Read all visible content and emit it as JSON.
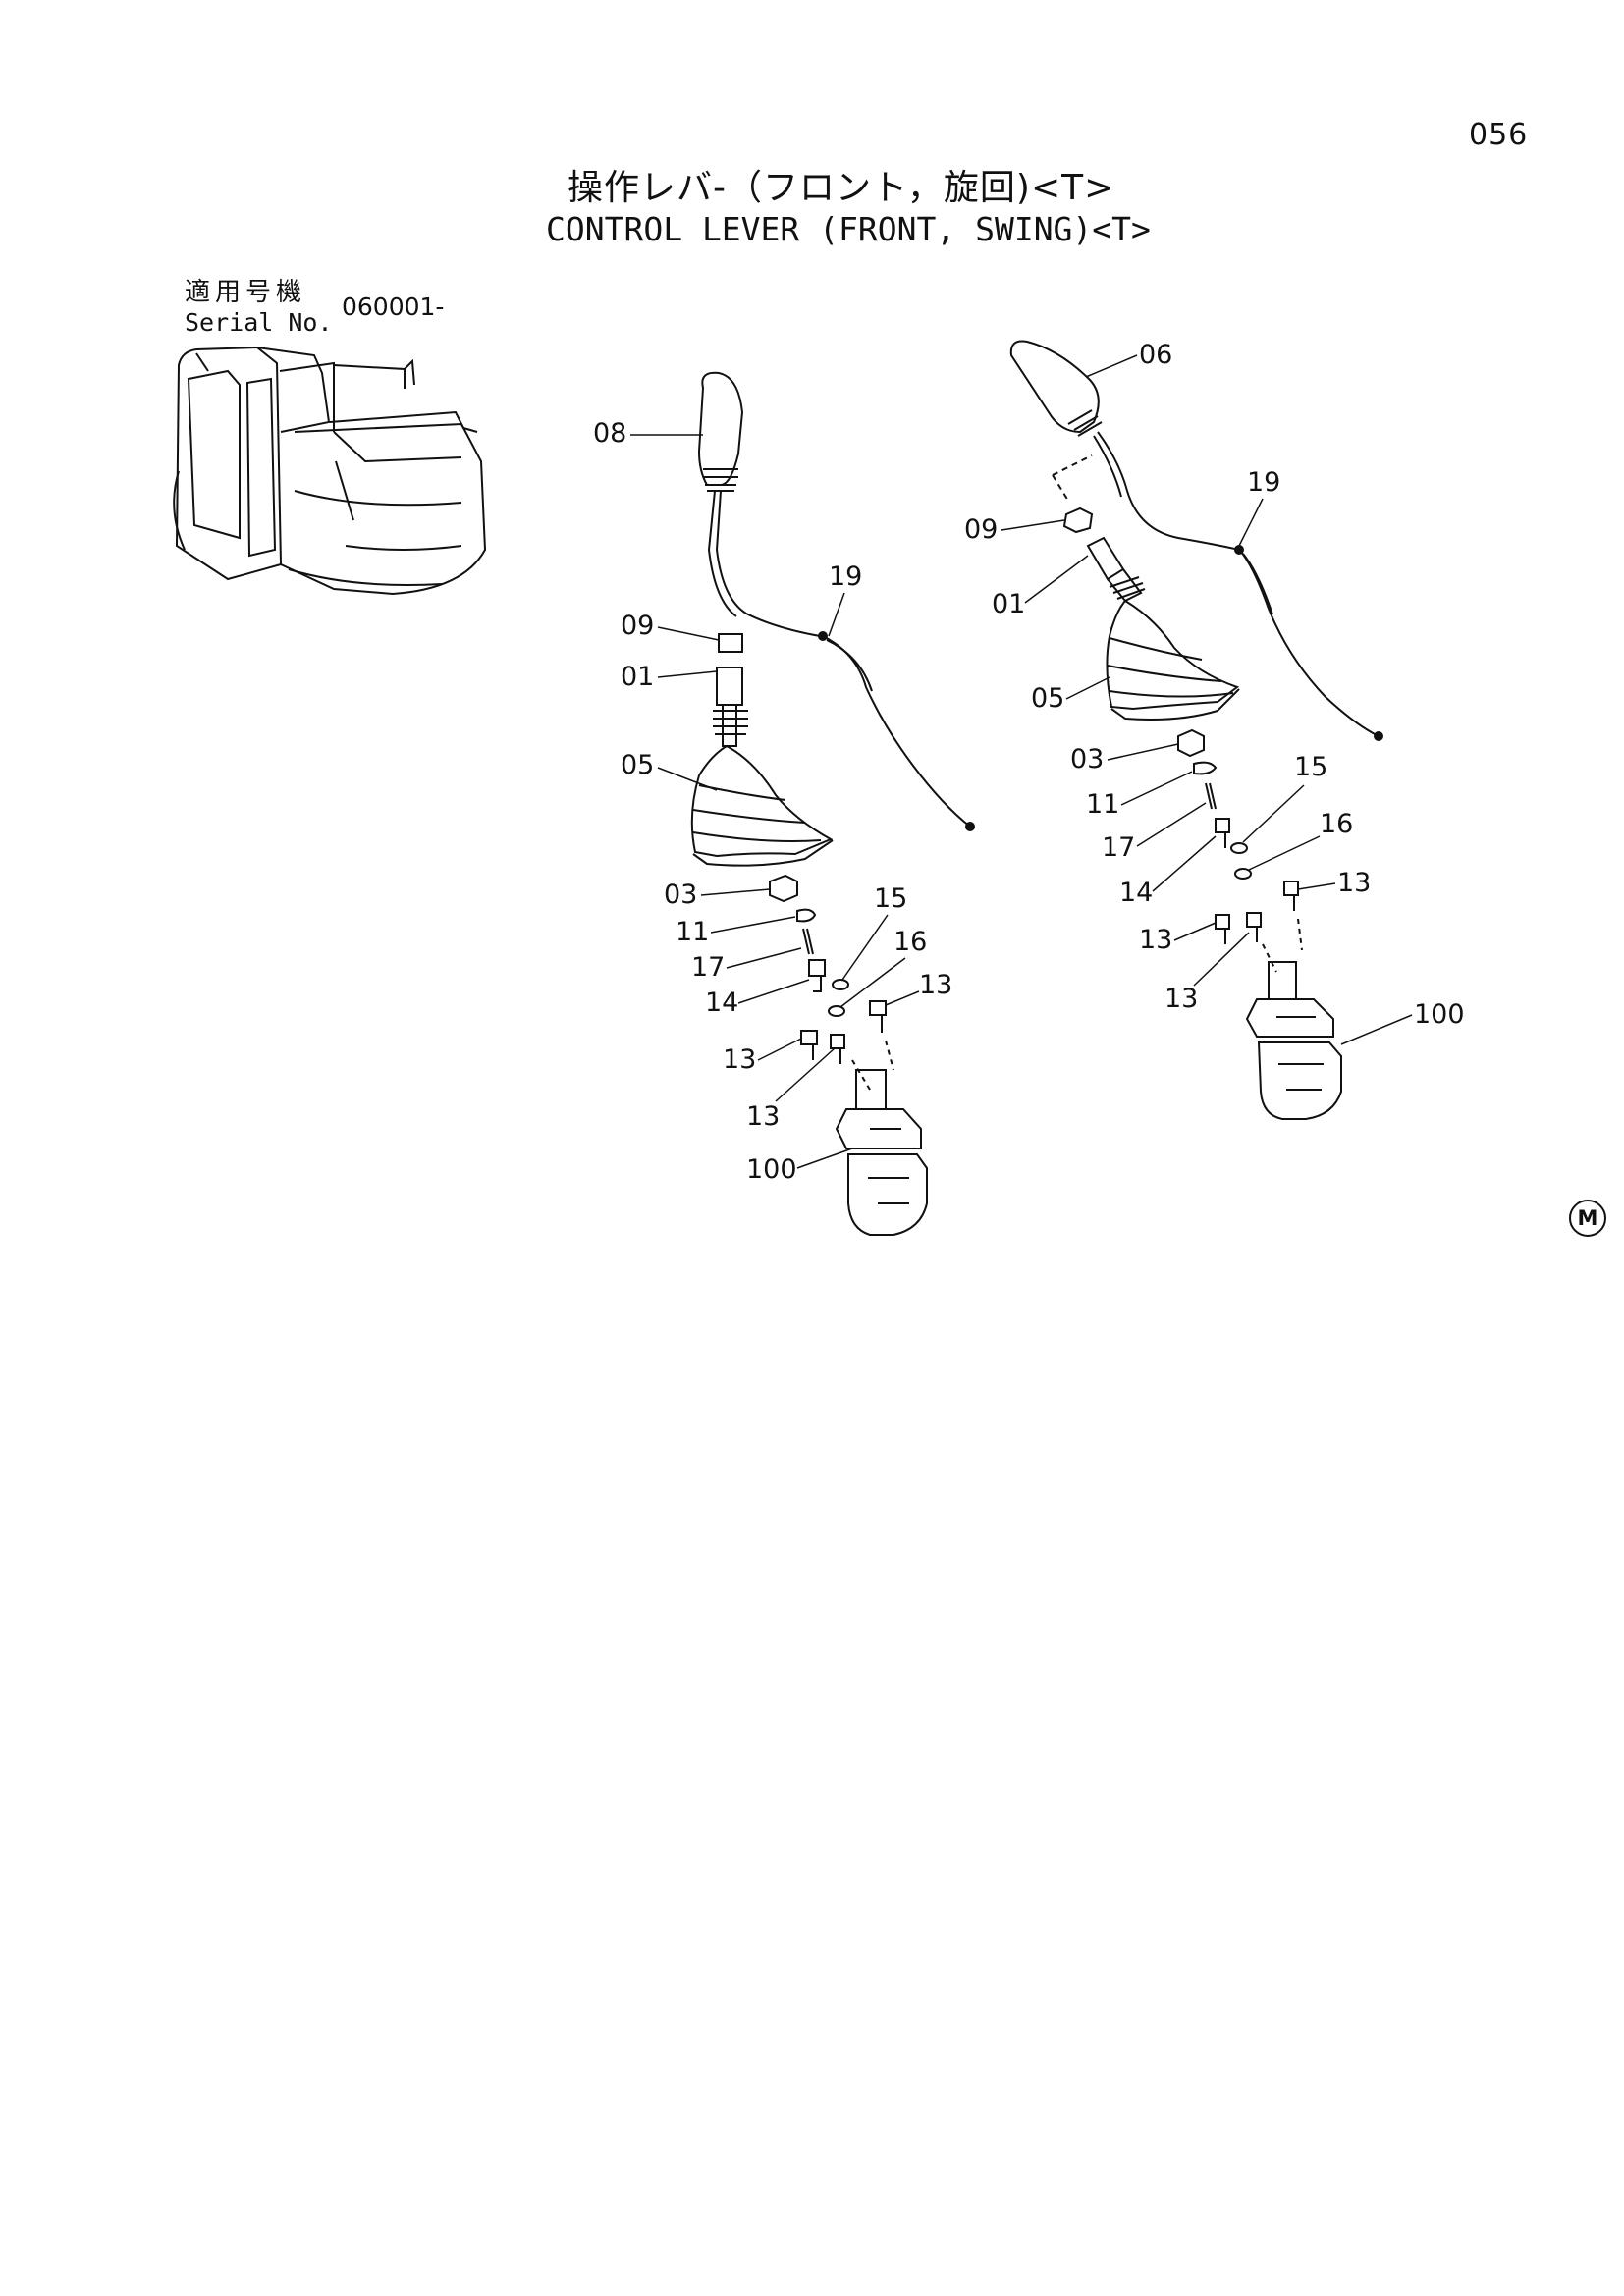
{
  "page": {
    "number": "056",
    "title_jp": "操作レバ-（フロント，旋回)<T>",
    "title_en": "CONTROL LEVER (FRONT, SWING)<T>",
    "serial_label_jp": "適用号機",
    "serial_label_en": "Serial No.",
    "serial_range": "060001-",
    "mark": "M"
  },
  "diagram": {
    "machine_icon": "excavator-upper-structure-icon",
    "left_assembly": {
      "labels": {
        "grip": "08",
        "harness": "19",
        "nut_top": "09",
        "lever": "01",
        "boot": "05",
        "nut": "03",
        "spacer": "11",
        "pin": "17",
        "bolt": "14",
        "washer_a": "15",
        "washer_b": "16",
        "bolt_right": "13",
        "bolt_left": "13",
        "bolt_lower": "13",
        "valve": "100"
      }
    },
    "right_assembly": {
      "labels": {
        "grip": "06",
        "harness": "19",
        "nut_top": "09",
        "lever": "01",
        "boot": "05",
        "nut": "03",
        "spacer": "11",
        "pin": "17",
        "bolt": "14",
        "washer_a": "15",
        "washer_b": "16",
        "bolt_right": "13",
        "bolt_left": "13",
        "bolt_lower": "13",
        "valve": "100"
      }
    }
  }
}
